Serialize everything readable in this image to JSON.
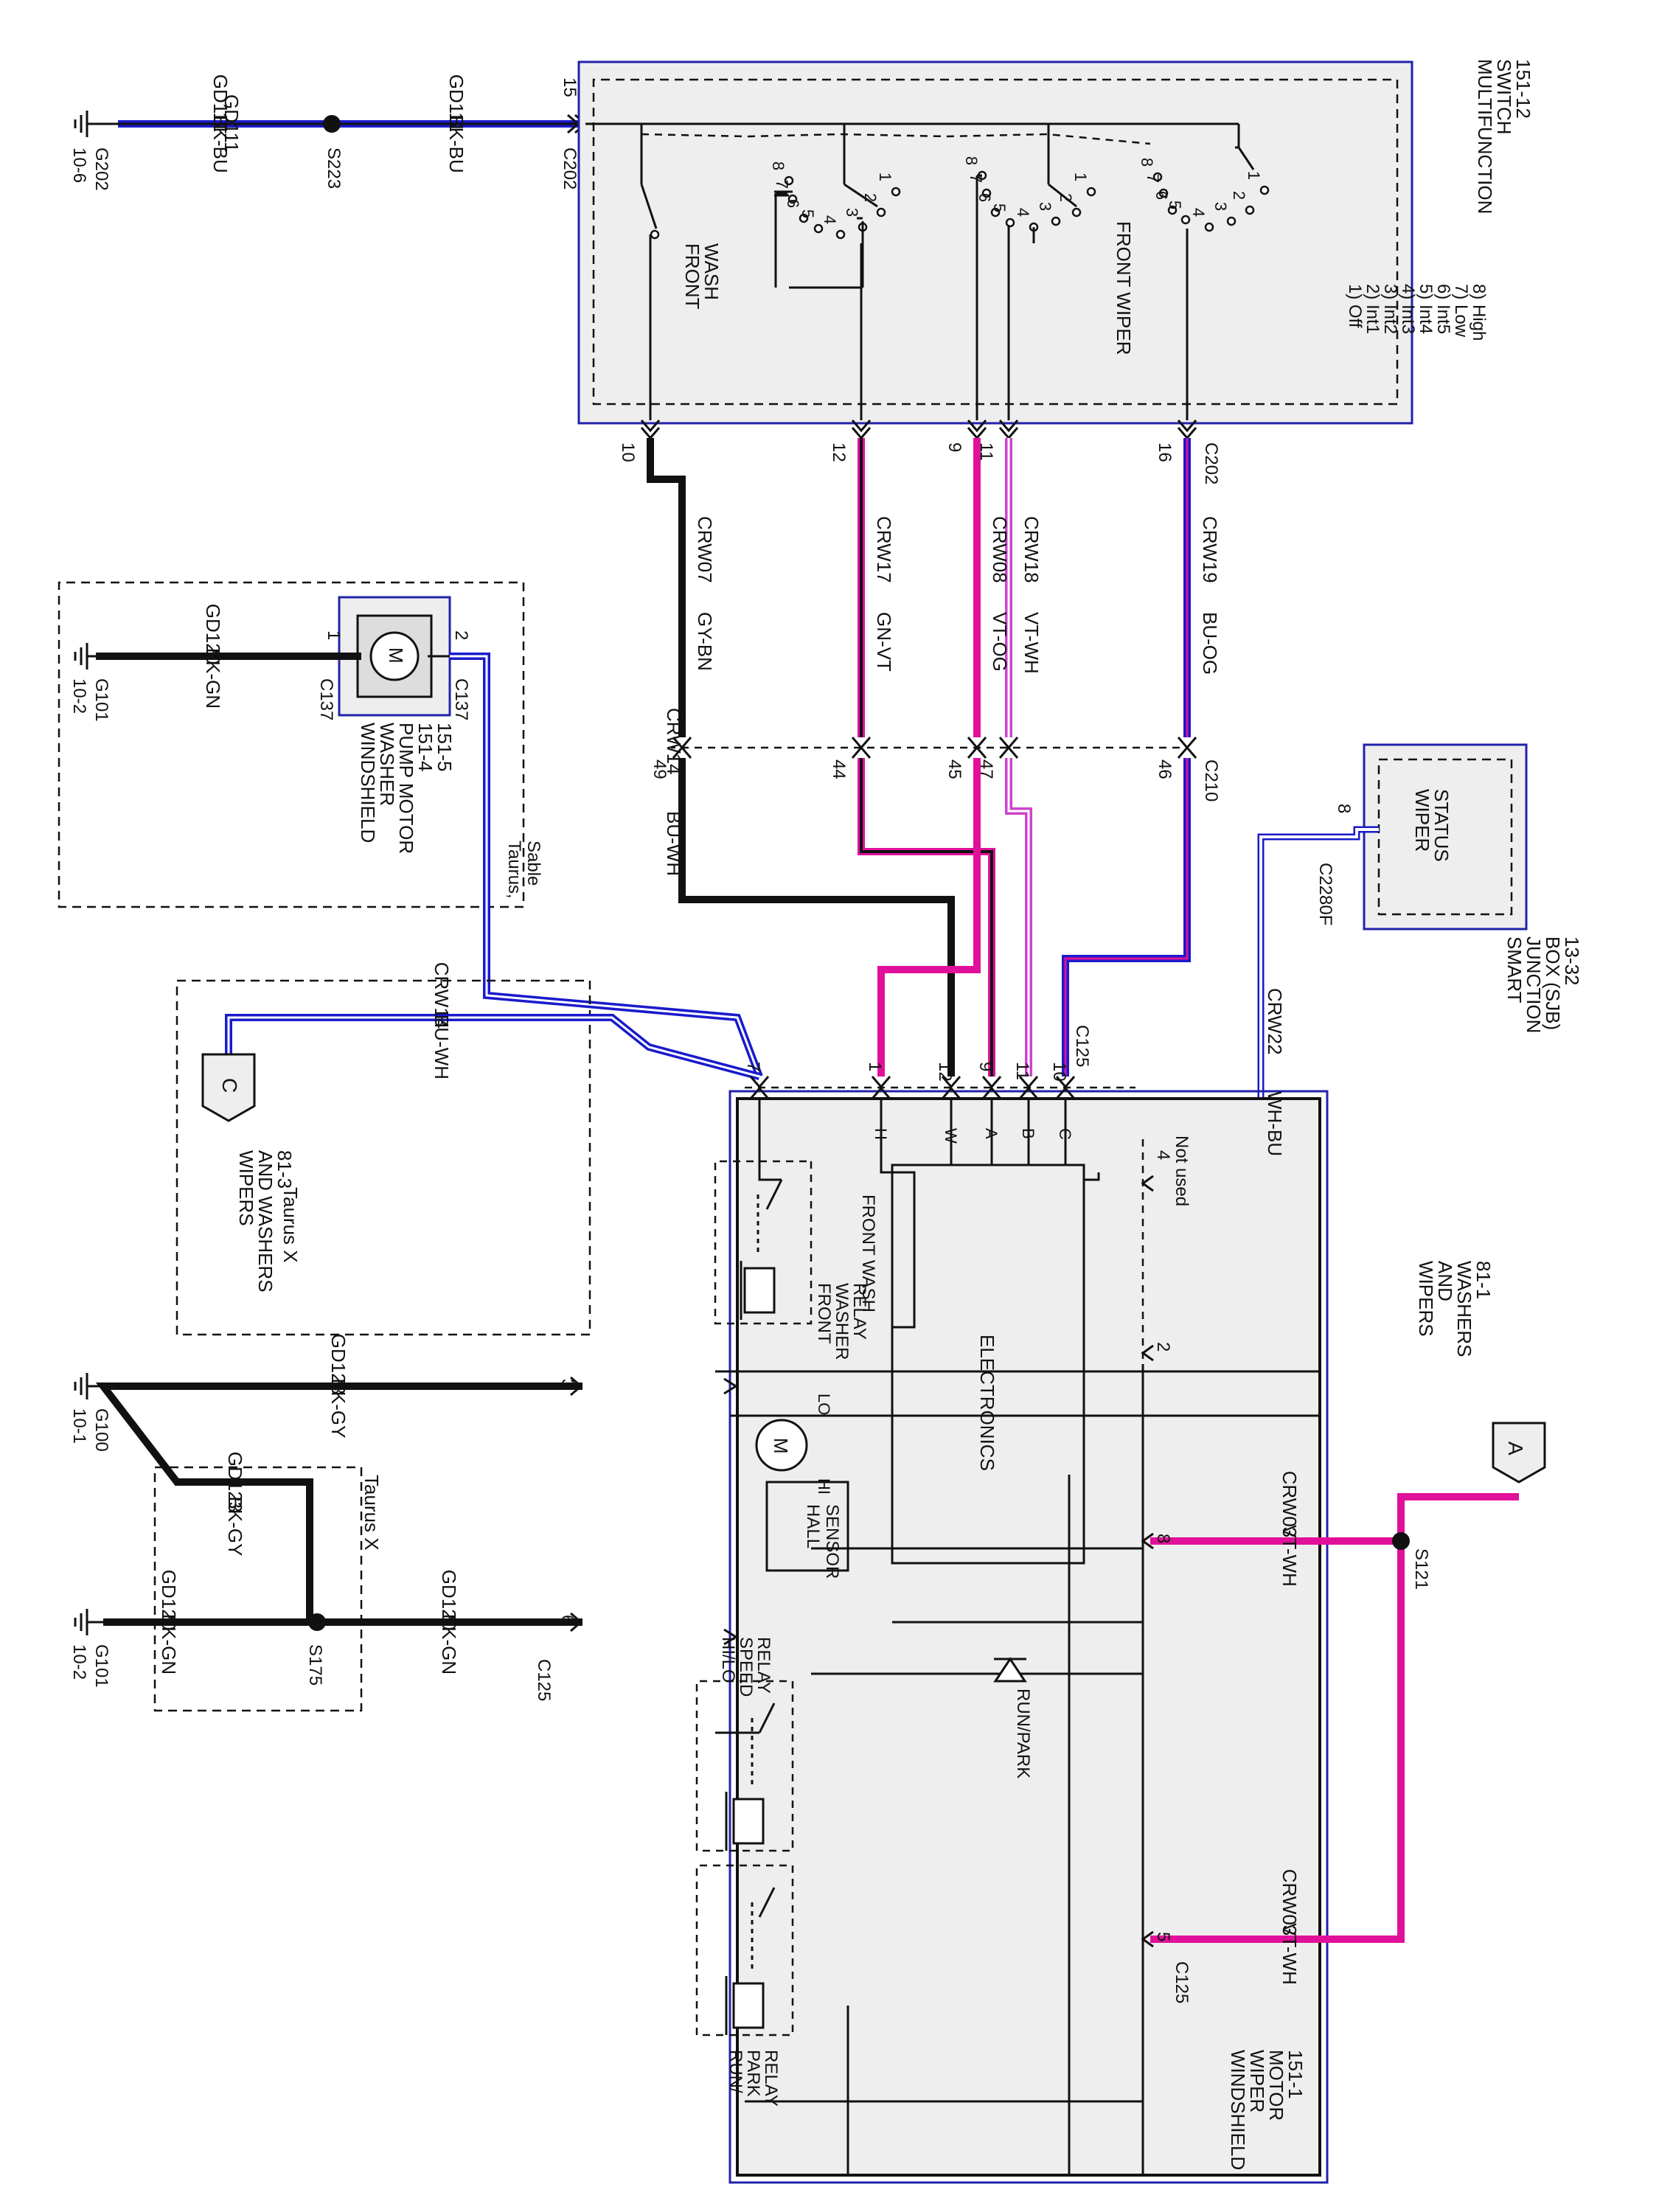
{
  "colors": {
    "blue": "#1a1acc",
    "black": "#111111",
    "magenta": "#e0109a",
    "violet": "#cc44cc",
    "white": "#ffffff",
    "box_fill": "#eeeeee",
    "frame_blue": "#2222aa"
  },
  "multifunction_switch": {
    "title": [
      "MULTIFUNCTION",
      "SWITCH",
      "151-12"
    ],
    "front_wash_label": [
      "FRONT",
      "WASH"
    ],
    "front_wiper_label": "FRONT WIPER",
    "positions": [
      "1) Off",
      "2) Int1",
      "3) Int2",
      "4) Int3",
      "5) Int4",
      "6) Int5",
      "7) Low",
      "8) High"
    ],
    "contact_digits": [
      "1",
      "2",
      "3",
      "4",
      "5",
      "6",
      "7",
      "8"
    ],
    "pin15": "15",
    "connector_top": "C202",
    "bottom_pins": [
      "10",
      "12",
      "9",
      "11",
      "16"
    ],
    "bottom_connector": "C202"
  },
  "ground_top": {
    "wire_left": "GD111",
    "color_left": "BK-BU",
    "splice": "S223",
    "wire_right": "GD111",
    "color_right": "BK-BU",
    "ground": "G202",
    "ground_ref": "10-6"
  },
  "mid_wires": [
    {
      "circuit": "CRW07",
      "color": "GY-BN"
    },
    {
      "circuit": "CRW17",
      "color": "GN-VT"
    },
    {
      "circuit": "CRW08",
      "color": "VT-OG"
    },
    {
      "circuit": "CRW18",
      "color": "VT-WH"
    },
    {
      "circuit": "CRW19",
      "color": "BU-OG"
    }
  ],
  "c210": {
    "connector": "C210",
    "pins": [
      "49",
      "44",
      "45",
      "47",
      "46"
    ]
  },
  "pump": {
    "title": [
      "WINDSHIELD",
      "WASHER",
      "PUMP MOTOR",
      "151-4",
      "151-5"
    ],
    "motor_symbol": "M",
    "pin1": "1",
    "pin2": "2",
    "connector": "C137",
    "ground_wire": "GD120",
    "ground_color": "BK-GN",
    "ground": "G101",
    "ground_ref": "10-2",
    "variant": [
      "Taurus,",
      "Sable"
    ],
    "wire": "CRW14",
    "wire_color": "BU-WH"
  },
  "sjb": {
    "title": [
      "SMART",
      "JUNCTION",
      "BOX (SJB)",
      "13-32"
    ],
    "status": [
      "WIPER",
      "STATUS"
    ],
    "pin": "8",
    "connector": "C2280F",
    "wire": "CRW22",
    "wire_color": "WH-BU"
  },
  "wiper_c": {
    "wire": "CRW14",
    "wire_color": "BU-WH",
    "ref_letter": "C",
    "ref_text": [
      "WIPERS",
      "AND WASHERS",
      "81-3"
    ],
    "variant": "Taurus X"
  },
  "c125": {
    "connector": "C125",
    "top_pins": [
      "7",
      "1",
      "12",
      "9",
      "11",
      "10"
    ],
    "top_letters": [
      "H",
      "W",
      "A",
      "B",
      "C"
    ],
    "pin4": "4",
    "not_used": "Not used",
    "pin2": "2",
    "pin8": "8",
    "pin5": "5",
    "pin3": "3",
    "pin6": "6"
  },
  "wipers_ref_a": {
    "letter": "A",
    "text": [
      "WIPERS",
      "AND",
      "WASHERS",
      "81-1"
    ],
    "splice": "S121",
    "wire_upper": "CRW03",
    "color_upper": "VT-WH",
    "wire_lower": "CRW03",
    "color_lower": "VT-WH"
  },
  "grounds_left": {
    "g100": {
      "wire": "GD123",
      "color": "BK-GY",
      "ground": "G100",
      "ref": "10-1"
    },
    "taurus_x": {
      "wire": "GD123",
      "color": "BK-GY",
      "variant": "Taurus X"
    },
    "g101": {
      "wire": "GD120",
      "color": "BK-GN",
      "ground": "G101",
      "ref": "10-2"
    },
    "splice": "S175",
    "right": {
      "wire": "GD120",
      "color": "BK-GN"
    }
  },
  "wiper_motor": {
    "title": [
      "WINDSHIELD",
      "WIPER",
      "MOTOR",
      "151-1"
    ],
    "electronics": "ELECTRONICS",
    "front_wash": "FRONT WASH",
    "front_washer_relay": [
      "FRONT",
      "WASHER",
      "RELAY"
    ],
    "hall_sensor": [
      "HALL",
      "SENSOR"
    ],
    "hilo_relay": [
      "HI/LO",
      "SPEED",
      "RELAY"
    ],
    "runpark_relay": [
      "RUN/",
      "PARK",
      "RELAY"
    ],
    "runpark_label": "RUN/PARK",
    "motor_symbol": "M",
    "lo": "LO",
    "hi": "HI"
  }
}
